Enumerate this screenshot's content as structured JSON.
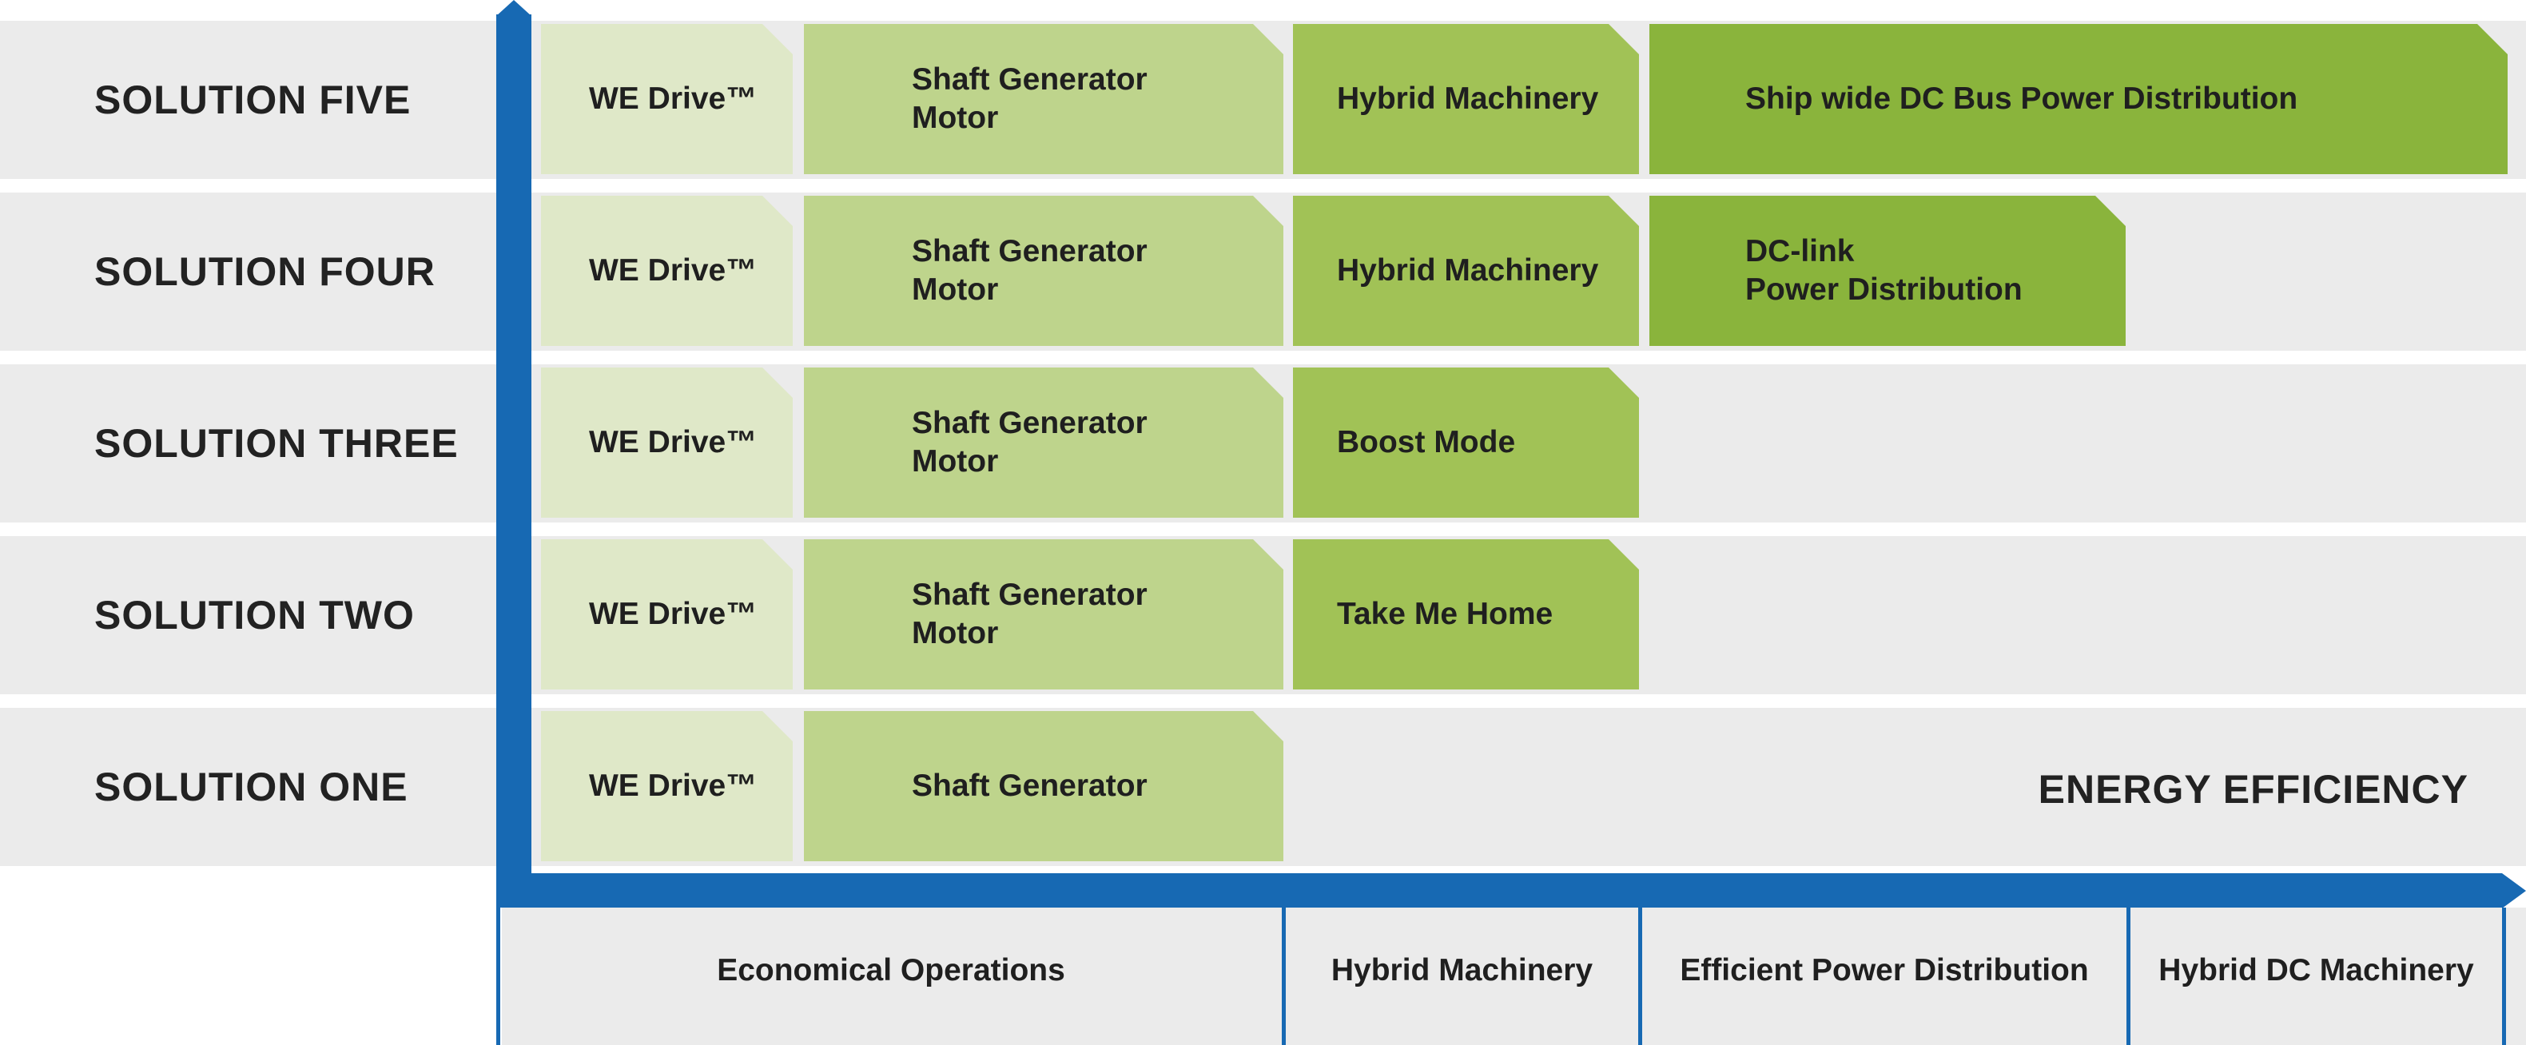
{
  "rows": [
    {
      "label": "SOLUTION FIVE",
      "cells": [
        "WE Drive™",
        "Shaft Generator\nMotor",
        "Hybrid Machinery",
        "Ship wide DC Bus Power Distribution"
      ]
    },
    {
      "label": "SOLUTION FOUR",
      "cells": [
        "WE Drive™",
        "Shaft Generator\nMotor",
        "Hybrid Machinery",
        "DC-link\nPower Distribution"
      ]
    },
    {
      "label": "SOLUTION THREE",
      "cells": [
        "WE Drive™",
        "Shaft Generator\nMotor",
        "Boost Mode"
      ]
    },
    {
      "label": "SOLUTION TWO",
      "cells": [
        "WE Drive™",
        "Shaft Generator\nMotor",
        "Take Me Home"
      ]
    },
    {
      "label": "SOLUTION ONE",
      "cells": [
        "WE Drive™",
        "Shaft Generator"
      ]
    }
  ],
  "y_axis_label": "ENERGY EFFICIENCY",
  "x_categories": [
    "Economical Operations",
    "Hybrid Machinery",
    "Efficient Power Distribution",
    "Hybrid DC Machinery"
  ],
  "colors": {
    "axis": "#1769b3",
    "band": "#ebebeb",
    "cell_shades": [
      "#dfe8c8",
      "#bed48c",
      "#a1c256",
      "#8ab43c"
    ]
  }
}
